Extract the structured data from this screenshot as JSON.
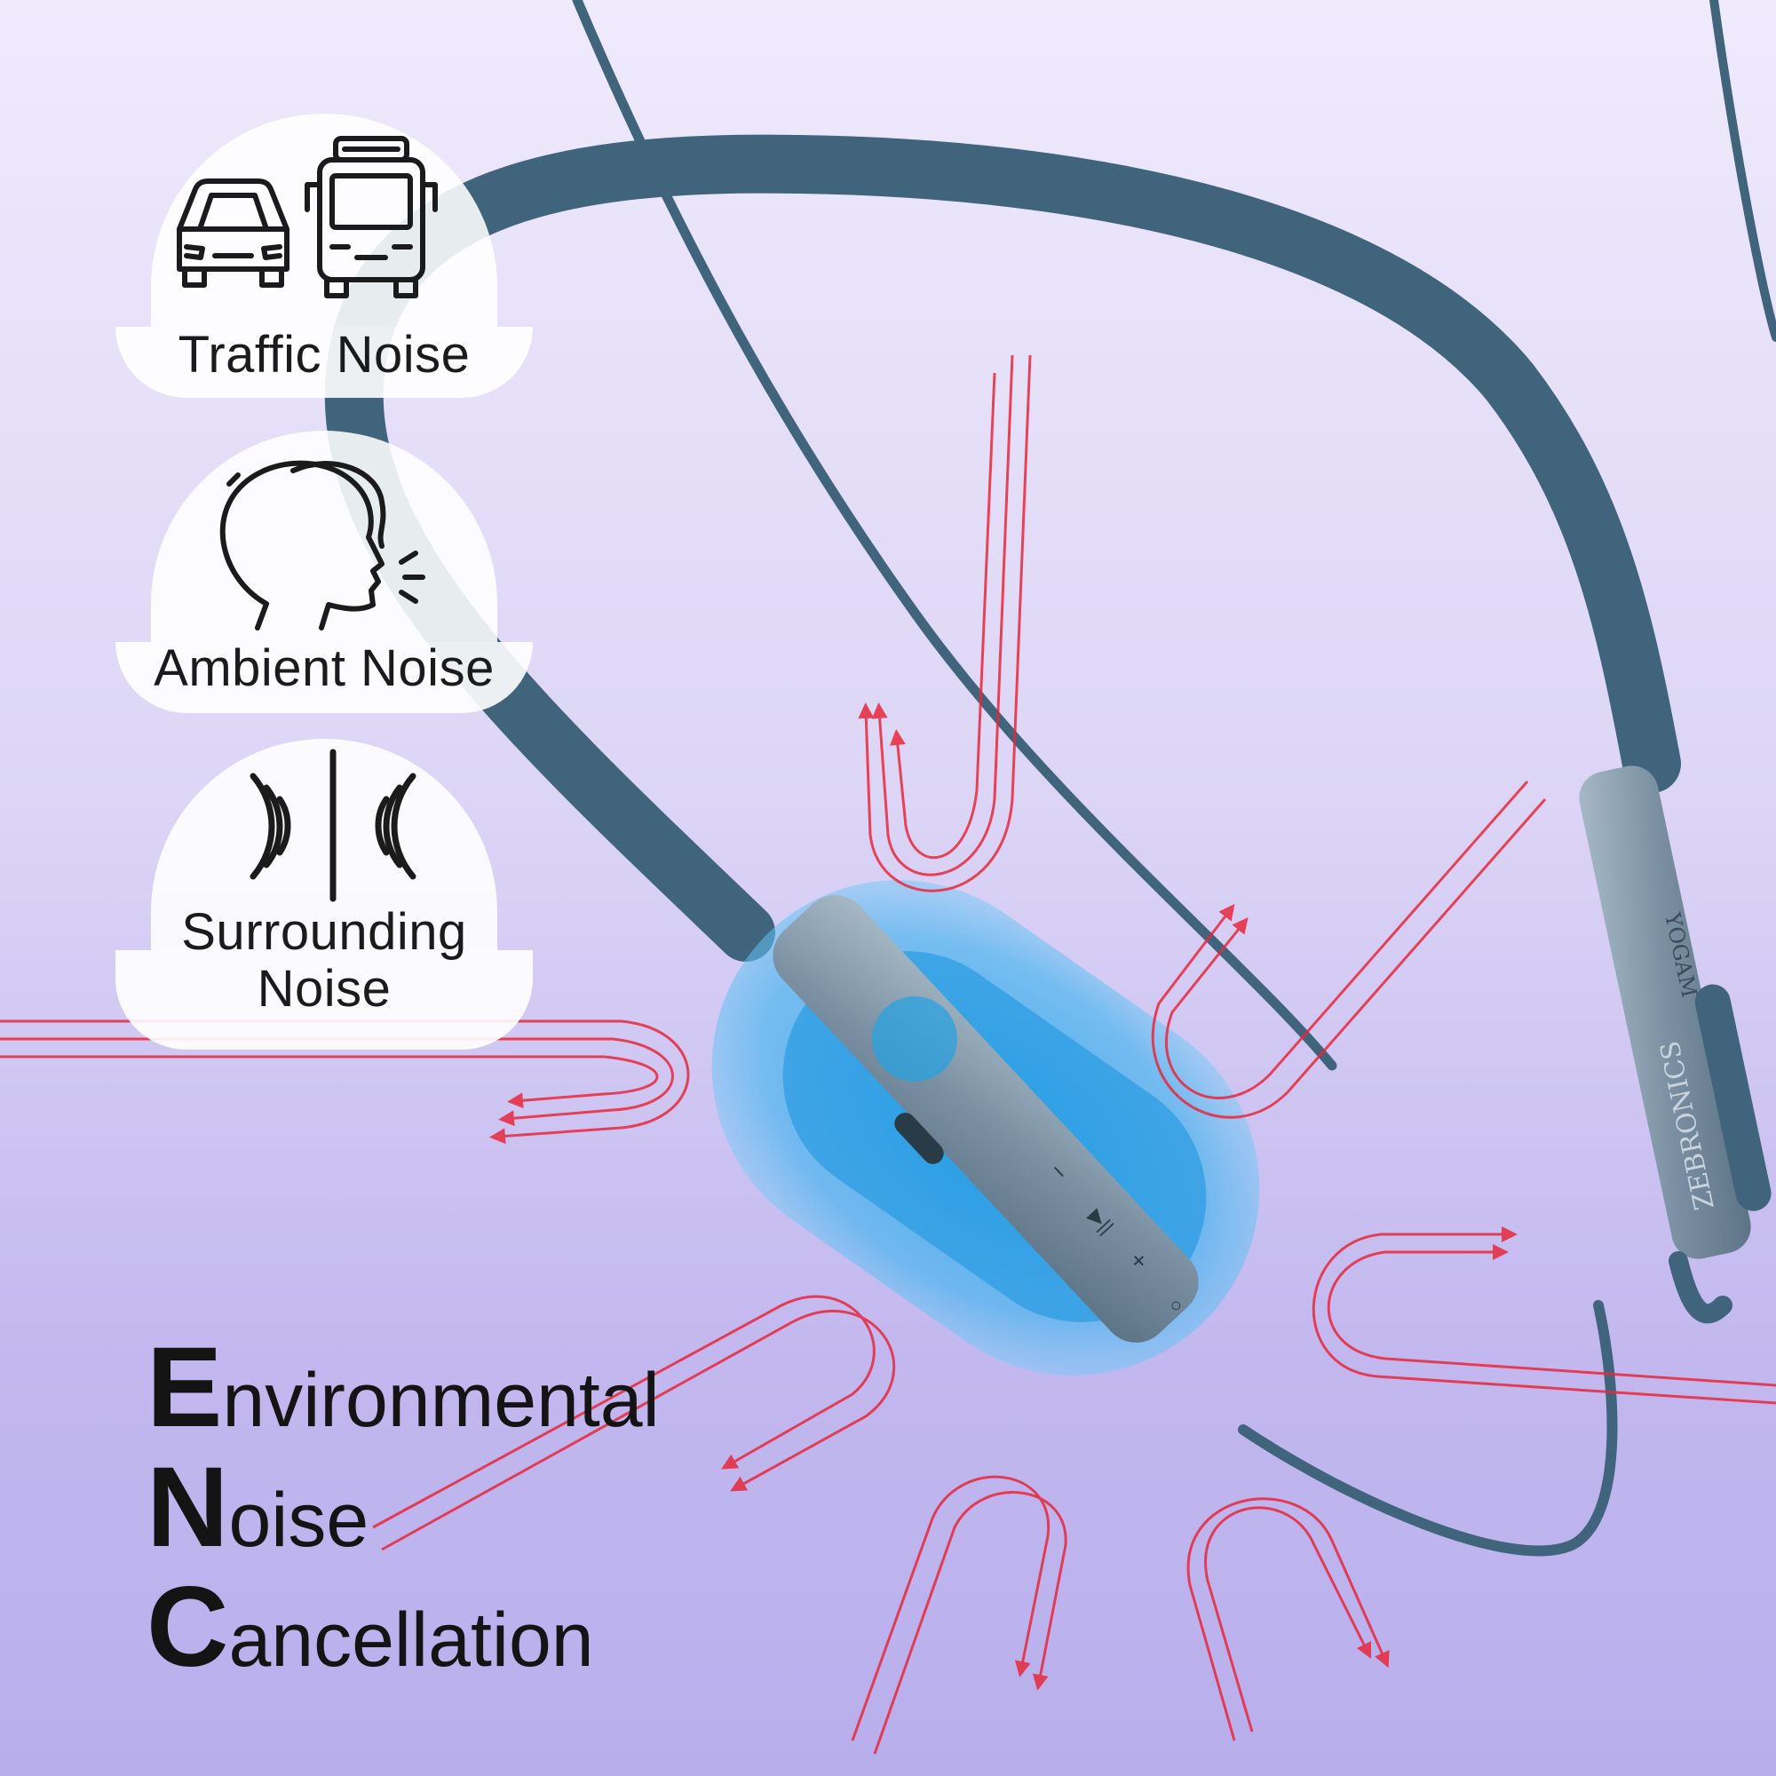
{
  "badges": {
    "traffic": {
      "label": "Traffic Noise",
      "icons": [
        "car-icon",
        "bus-icon"
      ]
    },
    "ambient": {
      "label": "Ambient Noise",
      "icons": [
        "speaking-head-icon"
      ]
    },
    "surrounding": {
      "label_line1": "Surrounding",
      "label_line2": "Noise",
      "icons": [
        "sound-blocked-icon"
      ]
    }
  },
  "headline": {
    "line1_initial": "E",
    "line1_rest": "nvironmental",
    "line2_initial": "N",
    "line2_rest": "oise",
    "line3_initial": "C",
    "line3_rest": "ancellation"
  },
  "product": {
    "brand_text": "ZEBRONICS",
    "model_text": "YOGAM",
    "controls": [
      "−",
      "▶||",
      "+",
      "○"
    ]
  },
  "colors": {
    "cable": "#3f647b",
    "module": "#7f95a6",
    "shield": "#29a9e8",
    "arrows": "#e8283c"
  }
}
